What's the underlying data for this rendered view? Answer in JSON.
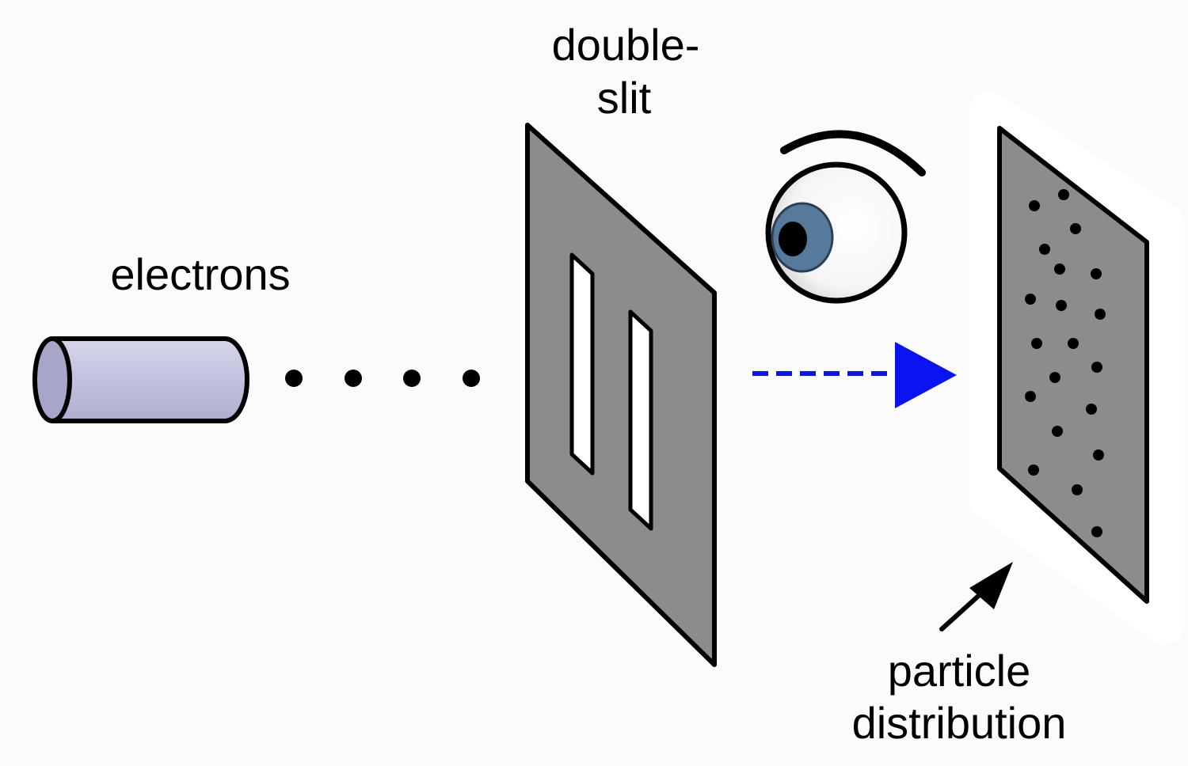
{
  "labels": {
    "source": "electrons",
    "slit_line1": "double-",
    "slit_line2": "slit",
    "screen_line1": "particle",
    "screen_line2": "distribution"
  },
  "colors": {
    "background": "#fbfbfb",
    "gun_fill": "#c2c2de",
    "gun_end": "#a6a6c8",
    "plate_gray": "#8c8c8c",
    "iris_blue": "#557a9c",
    "arrow_blue": "#0a14f0",
    "ink": "#000000"
  },
  "icons": {
    "source": "electron-gun",
    "observer": "eye-icon",
    "direction": "dashed-arrow-icon",
    "pointer": "arrow-icon"
  }
}
